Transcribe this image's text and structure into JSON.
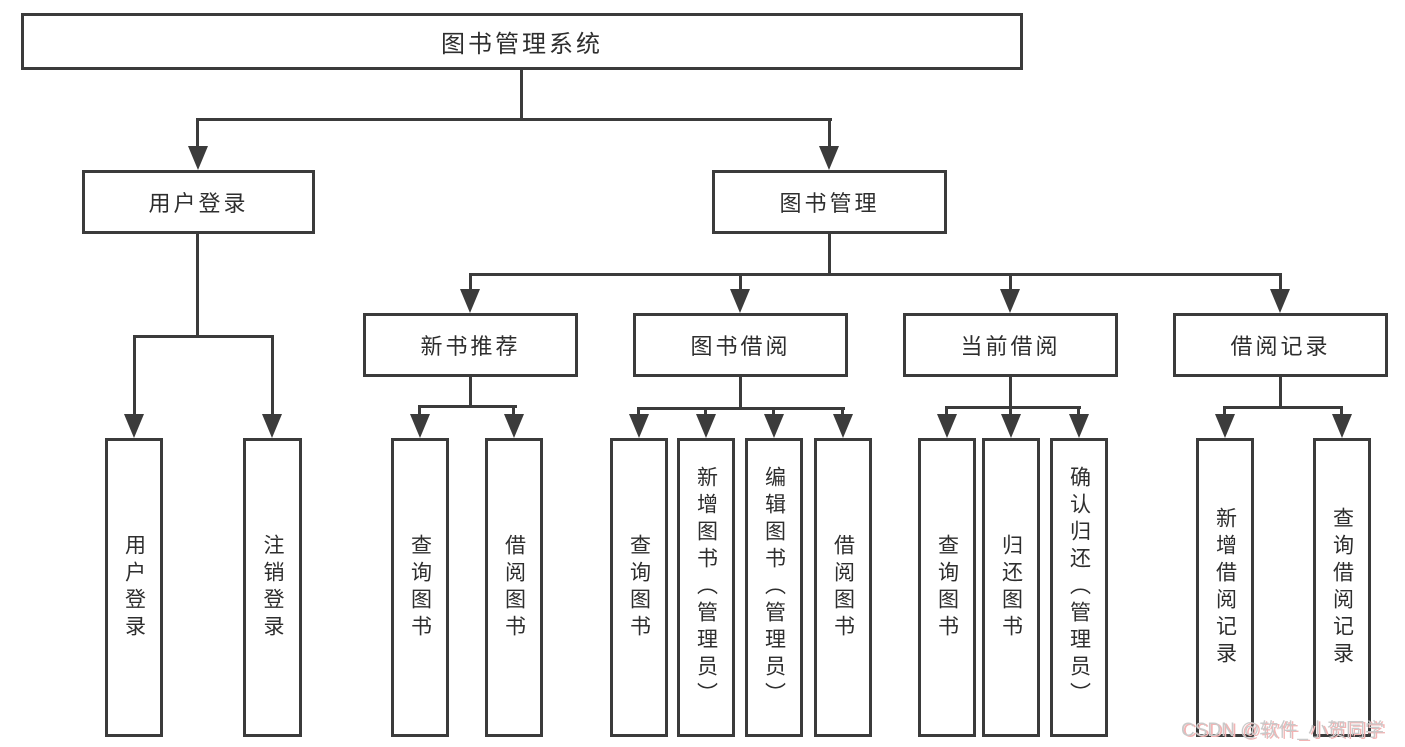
{
  "colors": {
    "line": "#3b3b3b",
    "text": "#2e2e2e",
    "watermark": "#c9c9c9",
    "watermark_shadow": "#f2b4b4"
  },
  "tree": {
    "root": "图书管理系统",
    "login": {
      "label": "用户登录",
      "children": [
        "用户登录",
        "注销登录"
      ]
    },
    "manage": {
      "label": "图书管理",
      "sections": [
        {
          "label": "新书推荐",
          "children": [
            "查询图书",
            "借阅图书"
          ]
        },
        {
          "label": "图书借阅",
          "children": [
            "查询图书",
            "新增图书（管理员）",
            "编辑图书（管理员）",
            "借阅图书"
          ]
        },
        {
          "label": "当前借阅",
          "children": [
            "查询图书",
            "归还图书",
            "确认归还（管理员）"
          ]
        },
        {
          "label": "借阅记录",
          "children": [
            "新增借阅记录",
            "查询借阅记录"
          ]
        }
      ]
    }
  },
  "watermark": "CSDN @软件_小贺同学"
}
